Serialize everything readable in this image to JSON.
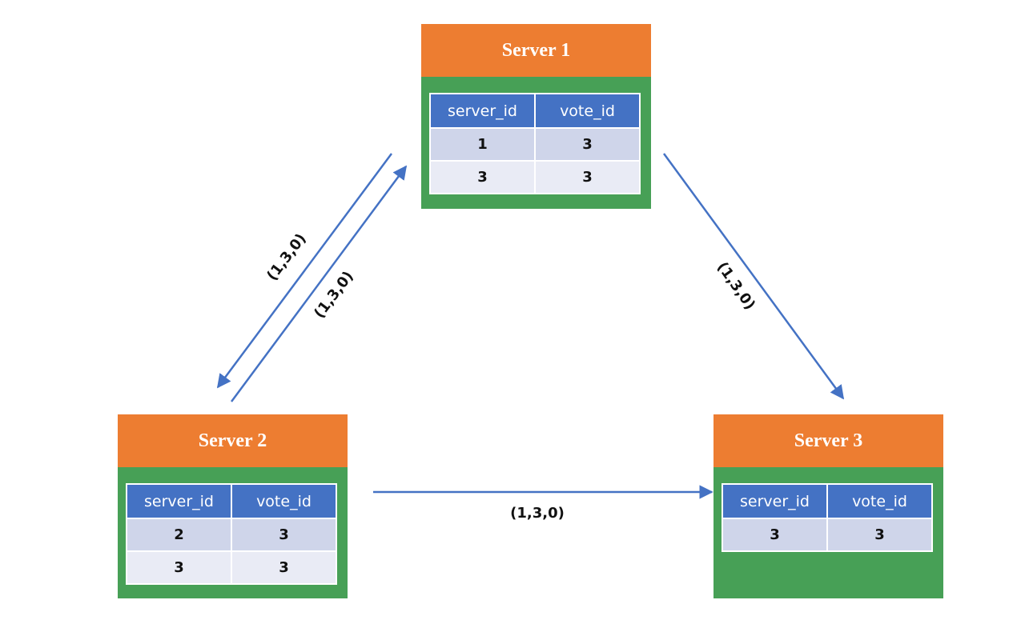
{
  "servers": [
    {
      "title": "Server 1",
      "columns": [
        "server_id",
        "vote_id"
      ],
      "rows": [
        [
          "1",
          "3"
        ],
        [
          "3",
          "3"
        ]
      ]
    },
    {
      "title": "Server 2",
      "columns": [
        "server_id",
        "vote_id"
      ],
      "rows": [
        [
          "2",
          "3"
        ],
        [
          "3",
          "3"
        ]
      ]
    },
    {
      "title": "Server 3",
      "columns": [
        "server_id",
        "vote_id"
      ],
      "rows": [
        [
          "3",
          "3"
        ]
      ]
    }
  ],
  "messages": {
    "s1_to_s2": "(1,3,0)",
    "s2_to_s1": "(1,3,0)",
    "s1_to_s3": "(1,3,0)",
    "s2_to_s3": "(1,3,0)"
  },
  "colors": {
    "header": "#ED7D31",
    "body": "#47A056",
    "table_header": "#4472C4",
    "arrow": "#4472C4"
  }
}
